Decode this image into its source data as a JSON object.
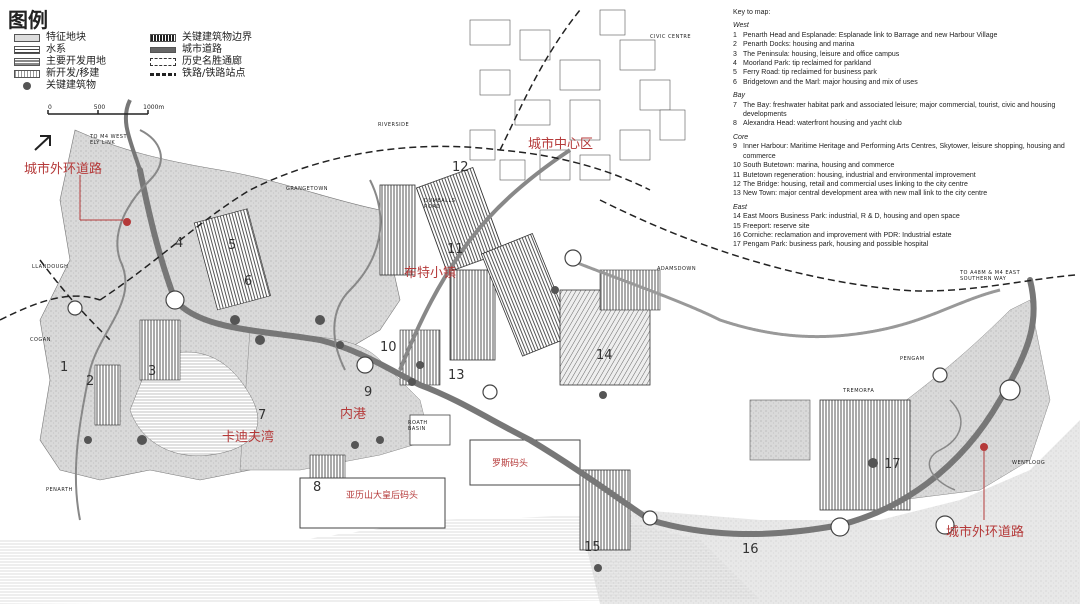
{
  "legend": {
    "title": "图例",
    "items_left": [
      {
        "icon": "feature-plot-swatch",
        "label": "特征地块"
      },
      {
        "icon": "water-swatch",
        "label": "水系"
      },
      {
        "icon": "major-dev-swatch",
        "label": "主要开发用地"
      },
      {
        "icon": "new-dev-swatch",
        "label": "新开发/移建"
      },
      {
        "icon": "key-building-dot",
        "label": "关键建筑物"
      }
    ],
    "items_right": [
      {
        "icon": "building-boundary-swatch",
        "label": "关键建筑物边界"
      },
      {
        "icon": "urban-road-swatch",
        "label": "城市道路"
      },
      {
        "icon": "heritage-corridor-swatch",
        "label": "历史名胜通廊"
      },
      {
        "icon": "rail-swatch",
        "label": "铁路/铁路站点"
      }
    ],
    "scale": [
      "0",
      "500",
      "1000m"
    ]
  },
  "key": {
    "title": "Key to map:",
    "sections": [
      {
        "name": "West",
        "items": [
          {
            "n": "1",
            "t": "Penarth Head and Esplanade: Esplanade link to Barrage and new Harbour Village"
          },
          {
            "n": "2",
            "t": "Penarth Docks: housing and marina"
          },
          {
            "n": "3",
            "t": "The Peninsula: housing, leisure and office campus"
          },
          {
            "n": "4",
            "t": "Moorland Park: tip reclaimed for parkland"
          },
          {
            "n": "5",
            "t": "Ferry Road: tip reclaimed for business park"
          },
          {
            "n": "6",
            "t": "Bridgetown and the Marl: major housing and mix of uses"
          }
        ]
      },
      {
        "name": "Bay",
        "items": [
          {
            "n": "7",
            "t": "The Bay: freshwater habitat park and associated leisure; major commercial, tourist, civic and housing developments"
          },
          {
            "n": "8",
            "t": "Alexandra Head: waterfront housing and yacht club"
          }
        ]
      },
      {
        "name": "Core",
        "items": [
          {
            "n": "9",
            "t": "Inner Harbour: Maritime Heritage and Performing Arts Centres, Skytower, leisure shopping, housing and commerce"
          },
          {
            "n": "10",
            "t": "South Butetown: marina, housing and commerce"
          },
          {
            "n": "11",
            "t": "Butetown regeneration: housing, industrial and environmental improvement"
          },
          {
            "n": "12",
            "t": "The Bridge: housing, retail and commercial uses linking to the city centre"
          },
          {
            "n": "13",
            "t": "New Town: major central development area with new mall link to the city centre"
          }
        ]
      },
      {
        "name": "East",
        "items": [
          {
            "n": "14",
            "t": "East Moors Business Park: industrial, R & D, housing and open space"
          },
          {
            "n": "15",
            "t": "Freeport: reserve site"
          },
          {
            "n": "16",
            "t": "Corniche: reclamation and improvement with PDR: Industrial estate"
          },
          {
            "n": "17",
            "t": "Pengam Park: business park, housing and possible hospital"
          }
        ]
      }
    ]
  },
  "labels_cn": {
    "ring_road_west": "城市外环道路",
    "ring_road_east": "城市外环道路",
    "city_centre": "城市中心区",
    "butetown": "布特小镇",
    "inner_harbour": "内港",
    "cardiff_bay": "卡迪夫湾",
    "roath_dock": "罗斯码头",
    "queen_alexandra_dock": "亚历山大皇后码头"
  },
  "place_names": {
    "m4_west": "TO M4 WEST ELY LINK",
    "riverside": "RIVERSIDE",
    "civic_centre": "CIVIC CENTRE",
    "grangetown": "GRANGETOWN",
    "dumballs": "DUMBALLS ROAD",
    "llandough": "LLANDOUGH",
    "adamsdown": "ADAMSDOWN",
    "cogan": "COGAN",
    "m4_east": "TO A48M & M4 EAST SOUTHERN WAY",
    "pengam": "PENGAM",
    "tremorfa": "TREMORFA",
    "wentloog": "WENTLOOG",
    "penarth": "PENARTH",
    "roath_basin": "ROATH BASIN"
  },
  "numbers": [
    "1",
    "2",
    "3",
    "4",
    "5",
    "6",
    "7",
    "8",
    "9",
    "10",
    "11",
    "12",
    "13",
    "14",
    "15",
    "16",
    "17"
  ]
}
